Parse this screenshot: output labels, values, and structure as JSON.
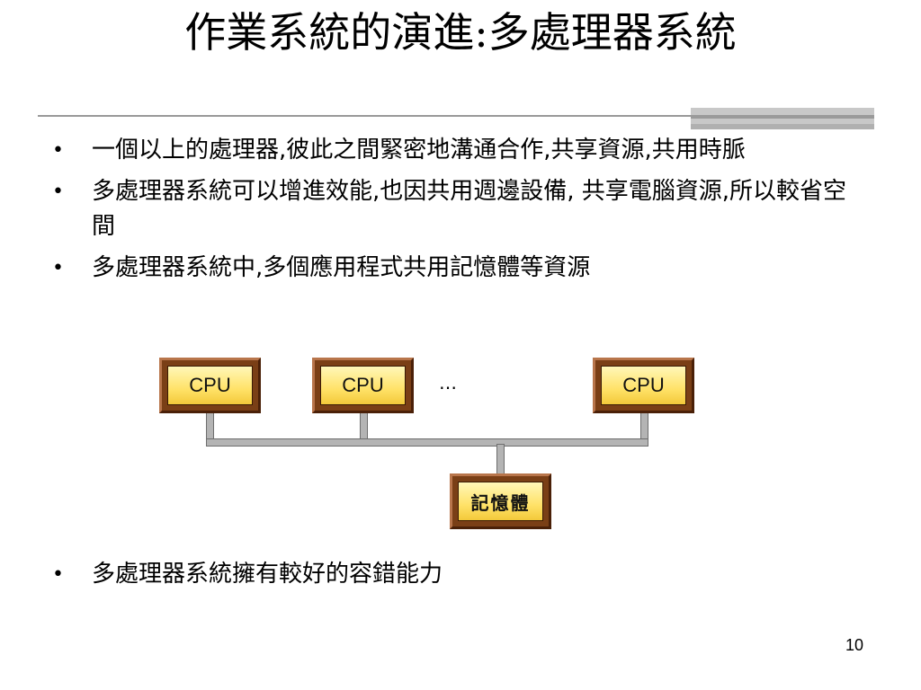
{
  "slide": {
    "title": "作業系統的演進:多處理器系統",
    "bullets": [
      "一個以上的處理器,彼此之間緊密地溝通合作,共享資源,共用時脈",
      "多處理器系統可以增進效能,也因共用週邊設備, 共享電腦資源,所以較省空間",
      "多處理器系統中,多個應用程式共用記憶體等資源"
    ],
    "last_bullet": "多處理器系統擁有較好的容錯能力",
    "bullet_symbol": "•",
    "page_number": "10"
  },
  "diagram": {
    "cpu_labels": [
      "CPU",
      "CPU",
      "CPU"
    ],
    "ellipsis": "…",
    "memory_label": "記憶體"
  },
  "colors": {
    "box_frame": "#7a3f16",
    "box_fill": "#ffe268",
    "bus": "#b4b4b4",
    "rule": "#999999"
  }
}
